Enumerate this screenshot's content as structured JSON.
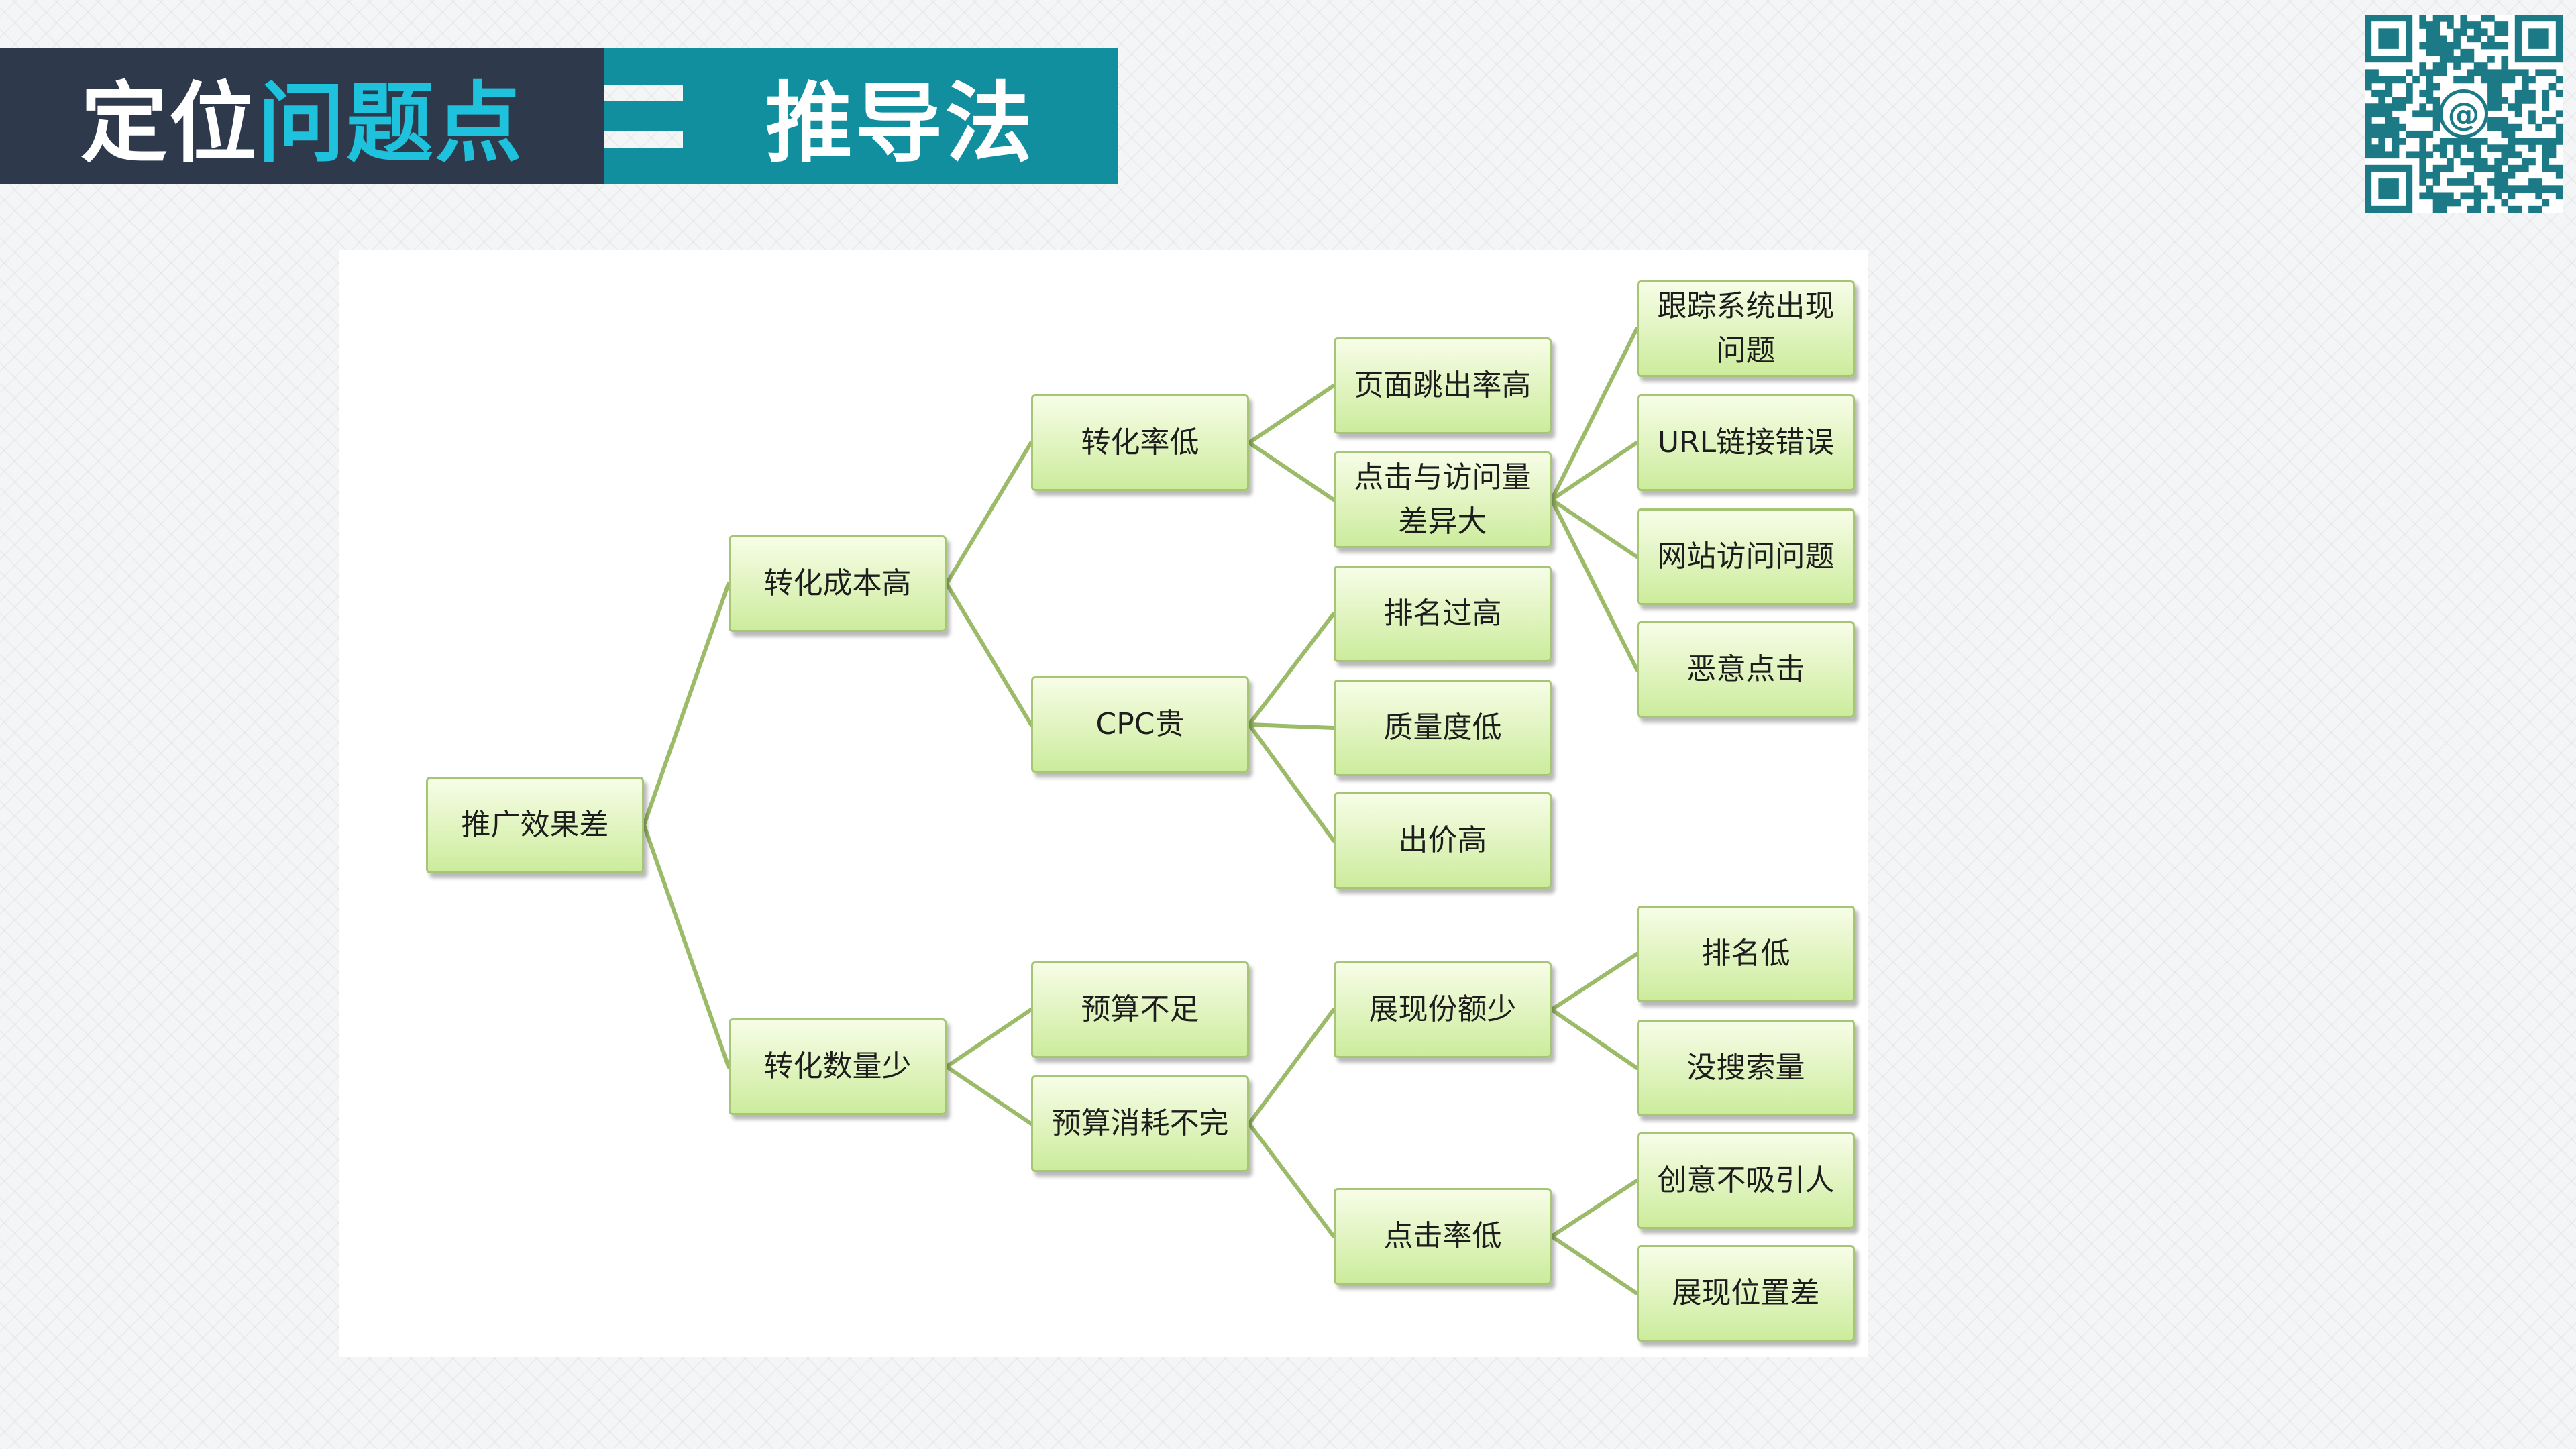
{
  "header": {
    "title_part1": "定位",
    "title_part2": "问题点",
    "subtitle": "推导法"
  },
  "colors": {
    "header_dark": "#2e3a4b",
    "header_teal": "#118f9e",
    "title_accent": "#1ec2dc",
    "node_fill_top": "#f7fde7",
    "node_fill_bottom": "#ccec9c",
    "node_border": "#a6c676",
    "edge": "#9cbb69"
  },
  "qr": {
    "center_glyph": "@"
  },
  "diagram": {
    "nodes": {
      "root": "推广效果差",
      "high_cost": "转化成本高",
      "low_count": "转化数量少",
      "low_conv_rate": "转化率低",
      "cpc_expensive": "CPC贵",
      "budget_insufficient": "预算不足",
      "budget_unused": "预算消耗不完",
      "high_bounce": "页面跳出率高",
      "click_visit_gap": "点击与访问量差异大",
      "rank_too_high": "排名过高",
      "low_quality": "质量度低",
      "high_bid": "出价高",
      "low_impression_share": "展现份额少",
      "low_ctr": "点击率低",
      "tracking_issue": "跟踪系统出现问题",
      "url_error": "URL链接错误",
      "site_access_issue": "网站访问问题",
      "malicious_clicks": "恶意点击",
      "low_rank": "排名低",
      "no_search_volume": "没搜索量",
      "creative_unattractive": "创意不吸引人",
      "poor_position": "展现位置差"
    },
    "edges": [
      [
        "root",
        "high_cost"
      ],
      [
        "root",
        "low_count"
      ],
      [
        "high_cost",
        "low_conv_rate"
      ],
      [
        "high_cost",
        "cpc_expensive"
      ],
      [
        "low_conv_rate",
        "high_bounce"
      ],
      [
        "low_conv_rate",
        "click_visit_gap"
      ],
      [
        "click_visit_gap",
        "tracking_issue"
      ],
      [
        "click_visit_gap",
        "url_error"
      ],
      [
        "click_visit_gap",
        "site_access_issue"
      ],
      [
        "click_visit_gap",
        "malicious_clicks"
      ],
      [
        "cpc_expensive",
        "rank_too_high"
      ],
      [
        "cpc_expensive",
        "low_quality"
      ],
      [
        "cpc_expensive",
        "high_bid"
      ],
      [
        "low_count",
        "budget_insufficient"
      ],
      [
        "low_count",
        "budget_unused"
      ],
      [
        "budget_unused",
        "low_impression_share"
      ],
      [
        "budget_unused",
        "low_ctr"
      ],
      [
        "low_impression_share",
        "low_rank"
      ],
      [
        "low_impression_share",
        "no_search_volume"
      ],
      [
        "low_ctr",
        "creative_unattractive"
      ],
      [
        "low_ctr",
        "poor_position"
      ]
    ]
  }
}
